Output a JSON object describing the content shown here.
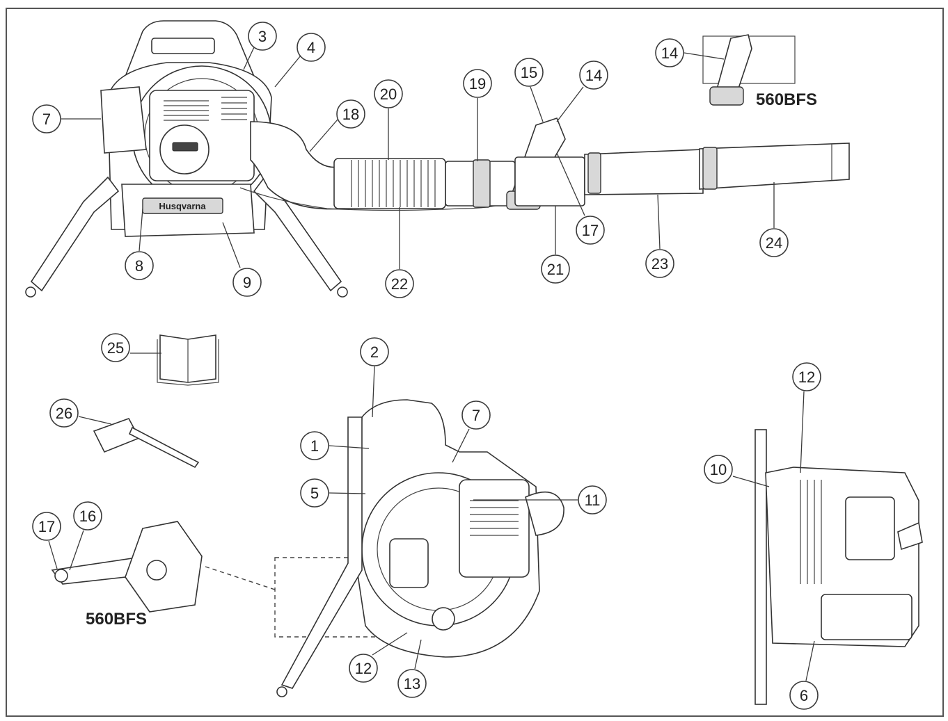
{
  "callouts": [
    {
      "id": "c-3",
      "label": "3"
    },
    {
      "id": "c-4",
      "label": "4"
    },
    {
      "id": "c-7a",
      "label": "7"
    },
    {
      "id": "c-18",
      "label": "18"
    },
    {
      "id": "c-20",
      "label": "20"
    },
    {
      "id": "c-19",
      "label": "19"
    },
    {
      "id": "c-15",
      "label": "15"
    },
    {
      "id": "c-14a",
      "label": "14"
    },
    {
      "id": "c-14b",
      "label": "14"
    },
    {
      "id": "c-8",
      "label": "8"
    },
    {
      "id": "c-9",
      "label": "9"
    },
    {
      "id": "c-22",
      "label": "22"
    },
    {
      "id": "c-17a",
      "label": "17"
    },
    {
      "id": "c-21",
      "label": "21"
    },
    {
      "id": "c-23",
      "label": "23"
    },
    {
      "id": "c-24",
      "label": "24"
    },
    {
      "id": "c-25",
      "label": "25"
    },
    {
      "id": "c-2",
      "label": "2"
    },
    {
      "id": "c-7b",
      "label": "7"
    },
    {
      "id": "c-1",
      "label": "1"
    },
    {
      "id": "c-26",
      "label": "26"
    },
    {
      "id": "c-5",
      "label": "5"
    },
    {
      "id": "c-11",
      "label": "11"
    },
    {
      "id": "c-12a",
      "label": "12"
    },
    {
      "id": "c-10",
      "label": "10"
    },
    {
      "id": "c-17b",
      "label": "17"
    },
    {
      "id": "c-16",
      "label": "16"
    },
    {
      "id": "c-12b",
      "label": "12"
    },
    {
      "id": "c-13",
      "label": "13"
    },
    {
      "id": "c-6",
      "label": "6"
    }
  ],
  "model_labels": {
    "top_right": "560BFS",
    "bottom_left": "560BFS"
  },
  "brand_text": "Husqvarna"
}
